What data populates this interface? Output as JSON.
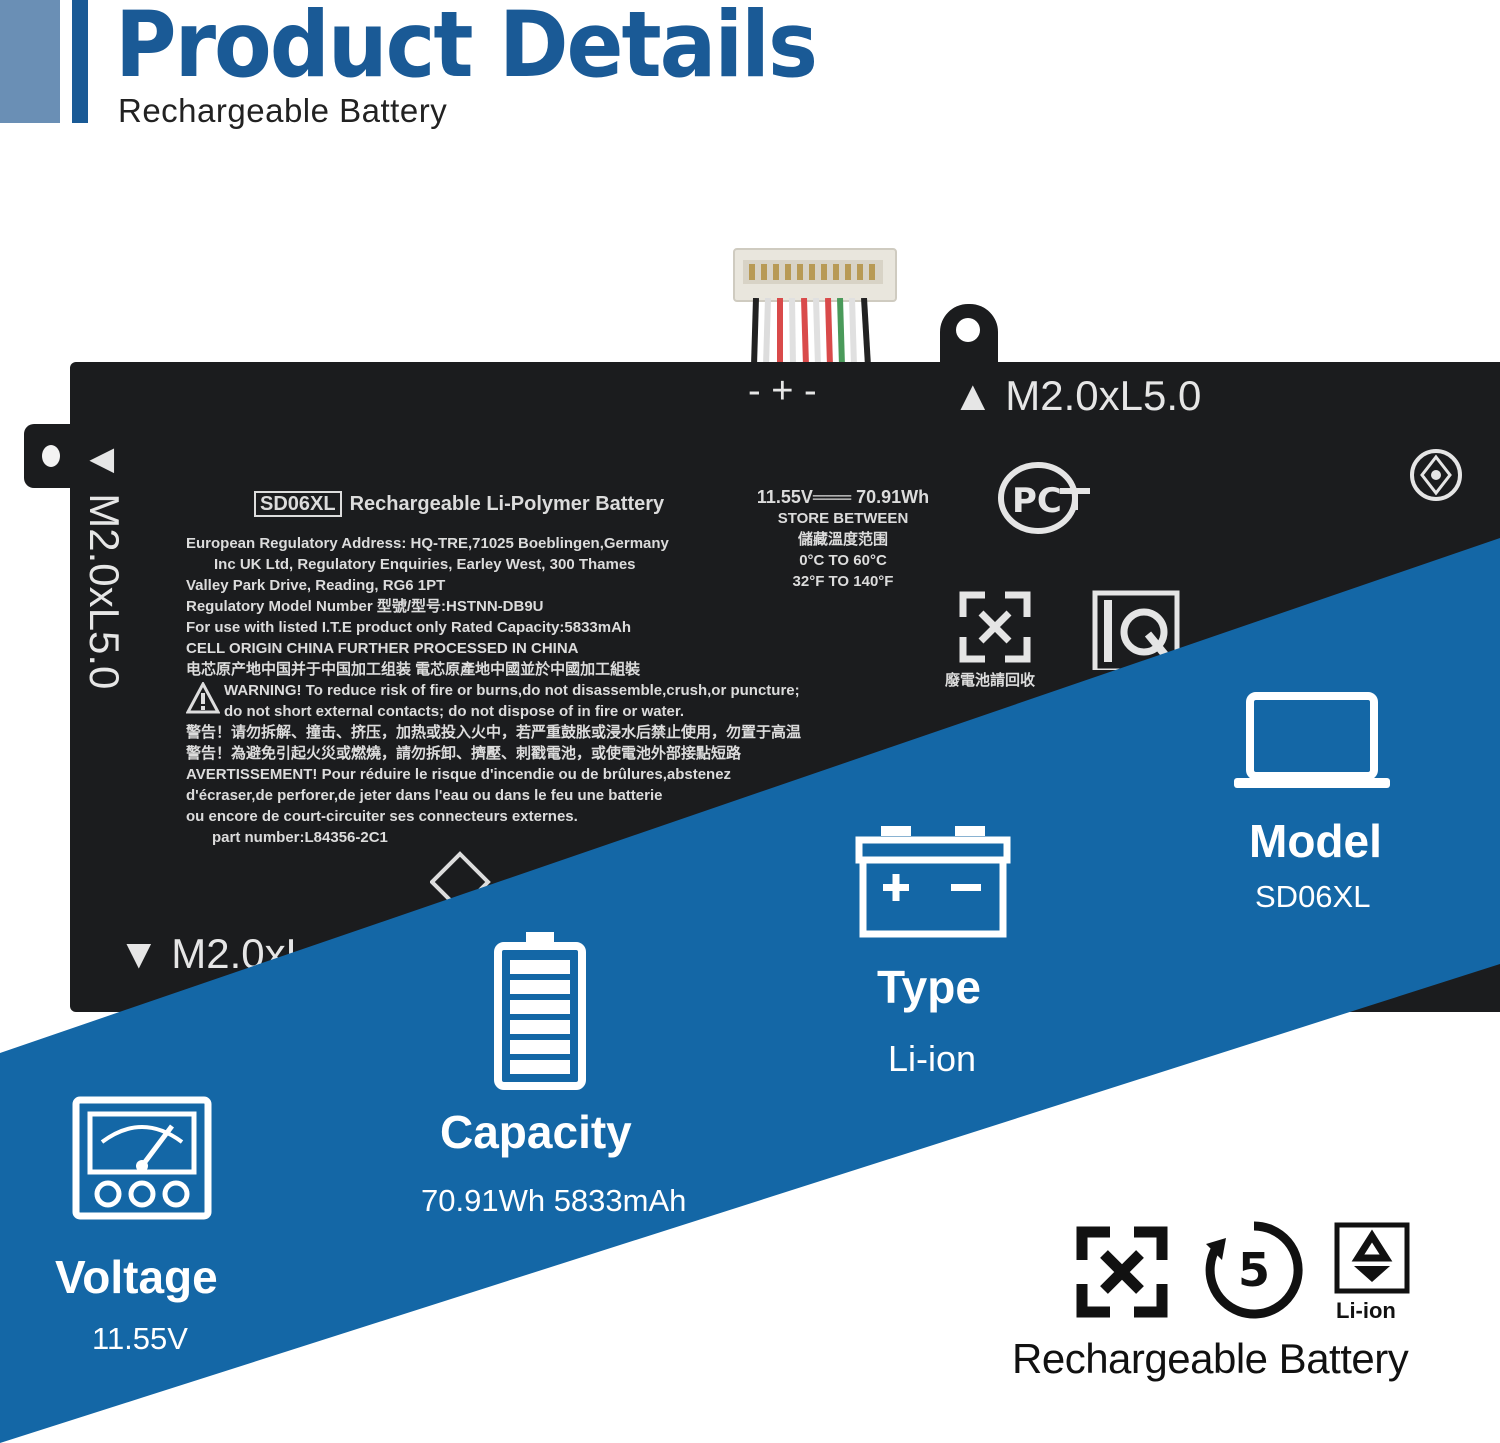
{
  "header": {
    "title": "Product Details",
    "subtitle": "Rechargeable Battery"
  },
  "battery": {
    "screw_top": "M2.0xL5.0",
    "screw_left": "M2.0xL5.0",
    "screw_bottom": "M2.0xL",
    "terminals": "-  +  -",
    "model_box": "SD06XL",
    "label_title": "Rechargeable Li-Polymer Battery",
    "label_lines": [
      "European Regulatory Address:        HQ-TRE,71025 Boeblingen,Germany",
      "Inc UK Ltd, Regulatory Enquiries,  Earley West, 300 Thames",
      "Valley Park Drive, Reading, RG6 1PT",
      "Regulatory Model Number  型號/型号:HSTNN-DB9U",
      "For use with listed I.T.E product only      Rated Capacity:5833mAh",
      "CELL ORIGIN CHINA FURTHER PROCESSED IN CHINA",
      "电芯原产地中国并于中国加工组装   電芯原產地中國並於中國加工組裝",
      "WARNING! To reduce risk of fire or burns,do not disassemble,crush,or puncture;",
      "do not short external contacts; do not dispose of in fire or water.",
      "警告！请勿拆解、撞击、挤压，加热或投入火中，若严重鼓胀或浸水后禁止使用，勿置于高温",
      "警告！為避免引起火災或燃燒，請勿拆卸、擠壓、刺戳電池，或使電池外部接點短路",
      "AVERTISSEMENT! Pour réduire le risque d'incendie ou de brûlures,abstenez",
      "d'écraser,de perforer,de jeter dans l'eau ou dans le feu une batterie",
      "ou encore de court-circuiter ses connecteurs externes.",
      "part number:L84356-2C1"
    ],
    "rating_lines": [
      "11.55V═══ 70.91Wh",
      "STORE BETWEEN",
      "儲藏溫度范围",
      "0°C TO 60°C",
      "32°F TO 140°F"
    ],
    "recycle_caption": "廢電池請回收"
  },
  "specs": {
    "model": {
      "title": "Model",
      "value": "SD06XL"
    },
    "type": {
      "title": "Type",
      "value": "Li-ion"
    },
    "capacity": {
      "title": "Capacity",
      "value": "70.91Wh 5833mAh"
    },
    "voltage": {
      "title": "Voltage",
      "value": "11.55V"
    }
  },
  "footer": {
    "recycle_number": "5",
    "liion_label": "Li-ion",
    "text": "Rechargeable Battery"
  },
  "colors": {
    "brand_blue": "#1a5a96",
    "band_blue": "#1467a6",
    "battery_black": "#1b1c1e"
  }
}
